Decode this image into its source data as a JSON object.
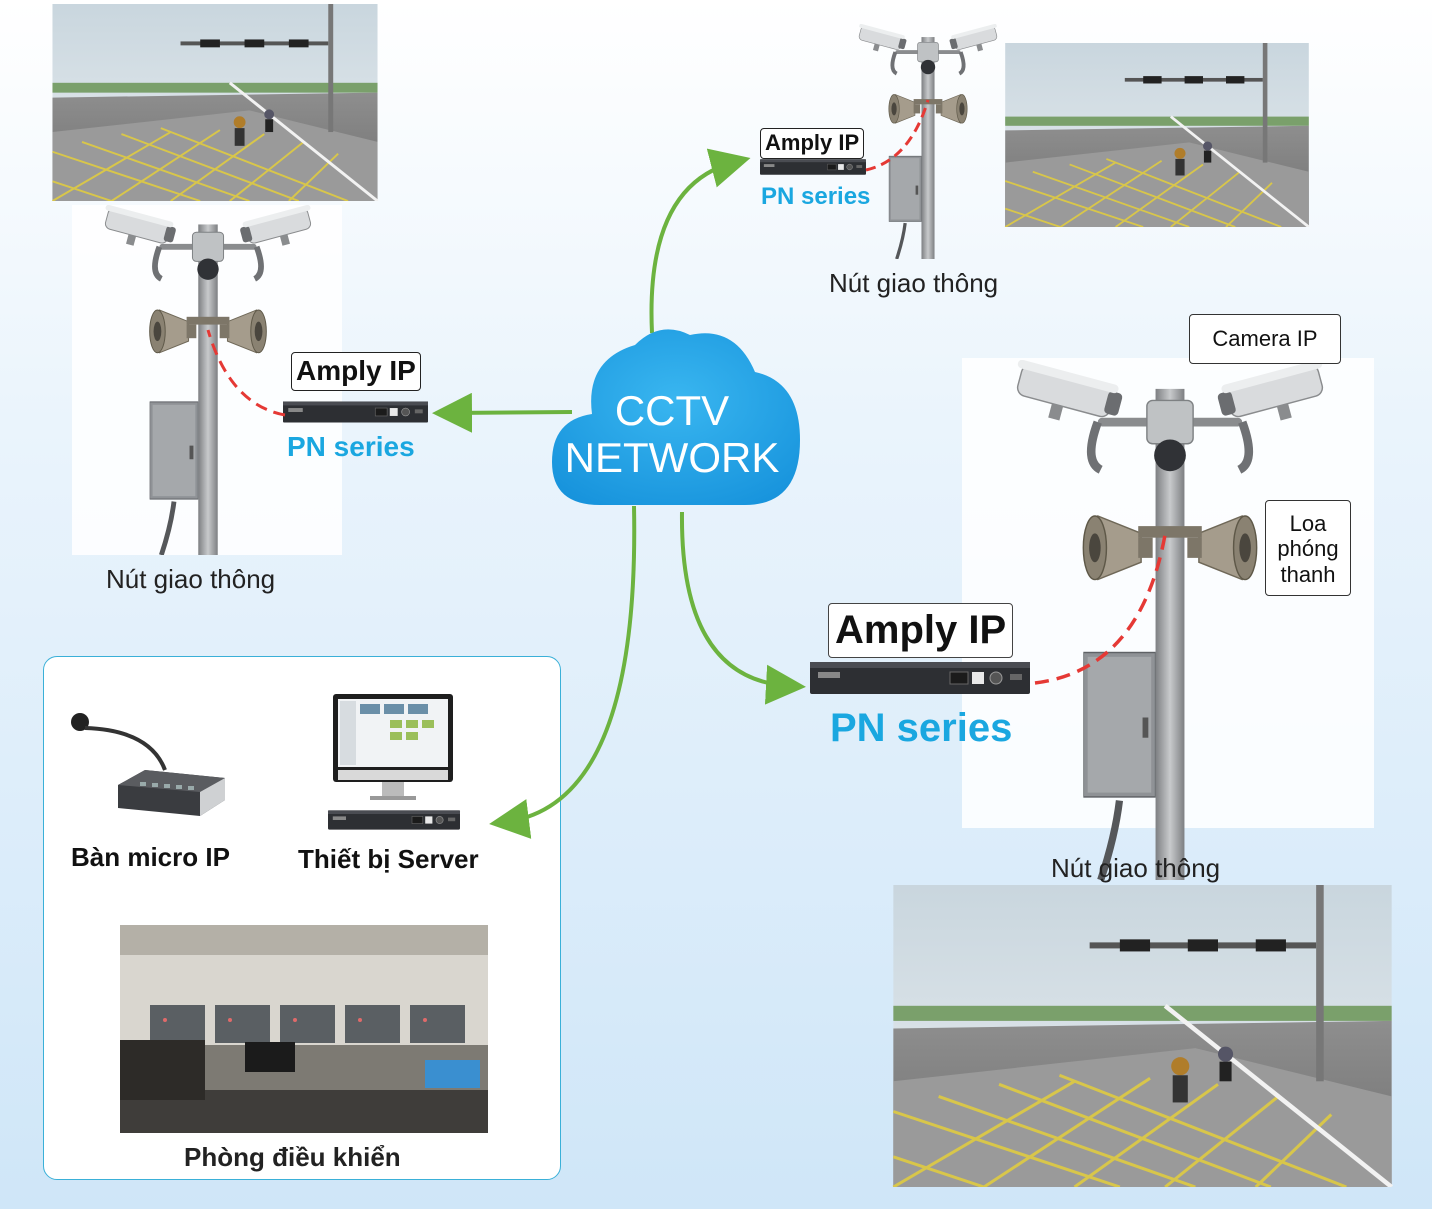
{
  "cloud": {
    "line1": "CCTV",
    "line2": "NETWORK",
    "color": "#1da1e4"
  },
  "colors": {
    "arrow": "#6cb33f",
    "dashed_cable": "#e53935",
    "accent_text": "#1aa7e0"
  },
  "nodes": {
    "top_left": {
      "amp_label": "Amply IP",
      "series": "PN series",
      "caption": "Nút giao thông"
    },
    "top_right": {
      "amp_label": "Amply IP",
      "series": "PN series",
      "caption": "Nút giao thông"
    },
    "bottom_right": {
      "amp_label": "Amply IP",
      "series": "PN series",
      "caption": "Nút giao thông",
      "camera_callout": "Camera IP",
      "speaker_callout": [
        "Loa",
        "phóng",
        "thanh"
      ]
    }
  },
  "control_room": {
    "mic_label": "Bàn micro IP",
    "server_label": "Thiết bị Server",
    "room_label": "Phòng điều khiển"
  },
  "icons": [
    "cctv-camera-icon",
    "horn-speaker-icon",
    "electrical-box-icon",
    "amplifier-icon",
    "microphone-console-icon",
    "monitor-icon",
    "server-rack-icon",
    "cloud-icon"
  ]
}
